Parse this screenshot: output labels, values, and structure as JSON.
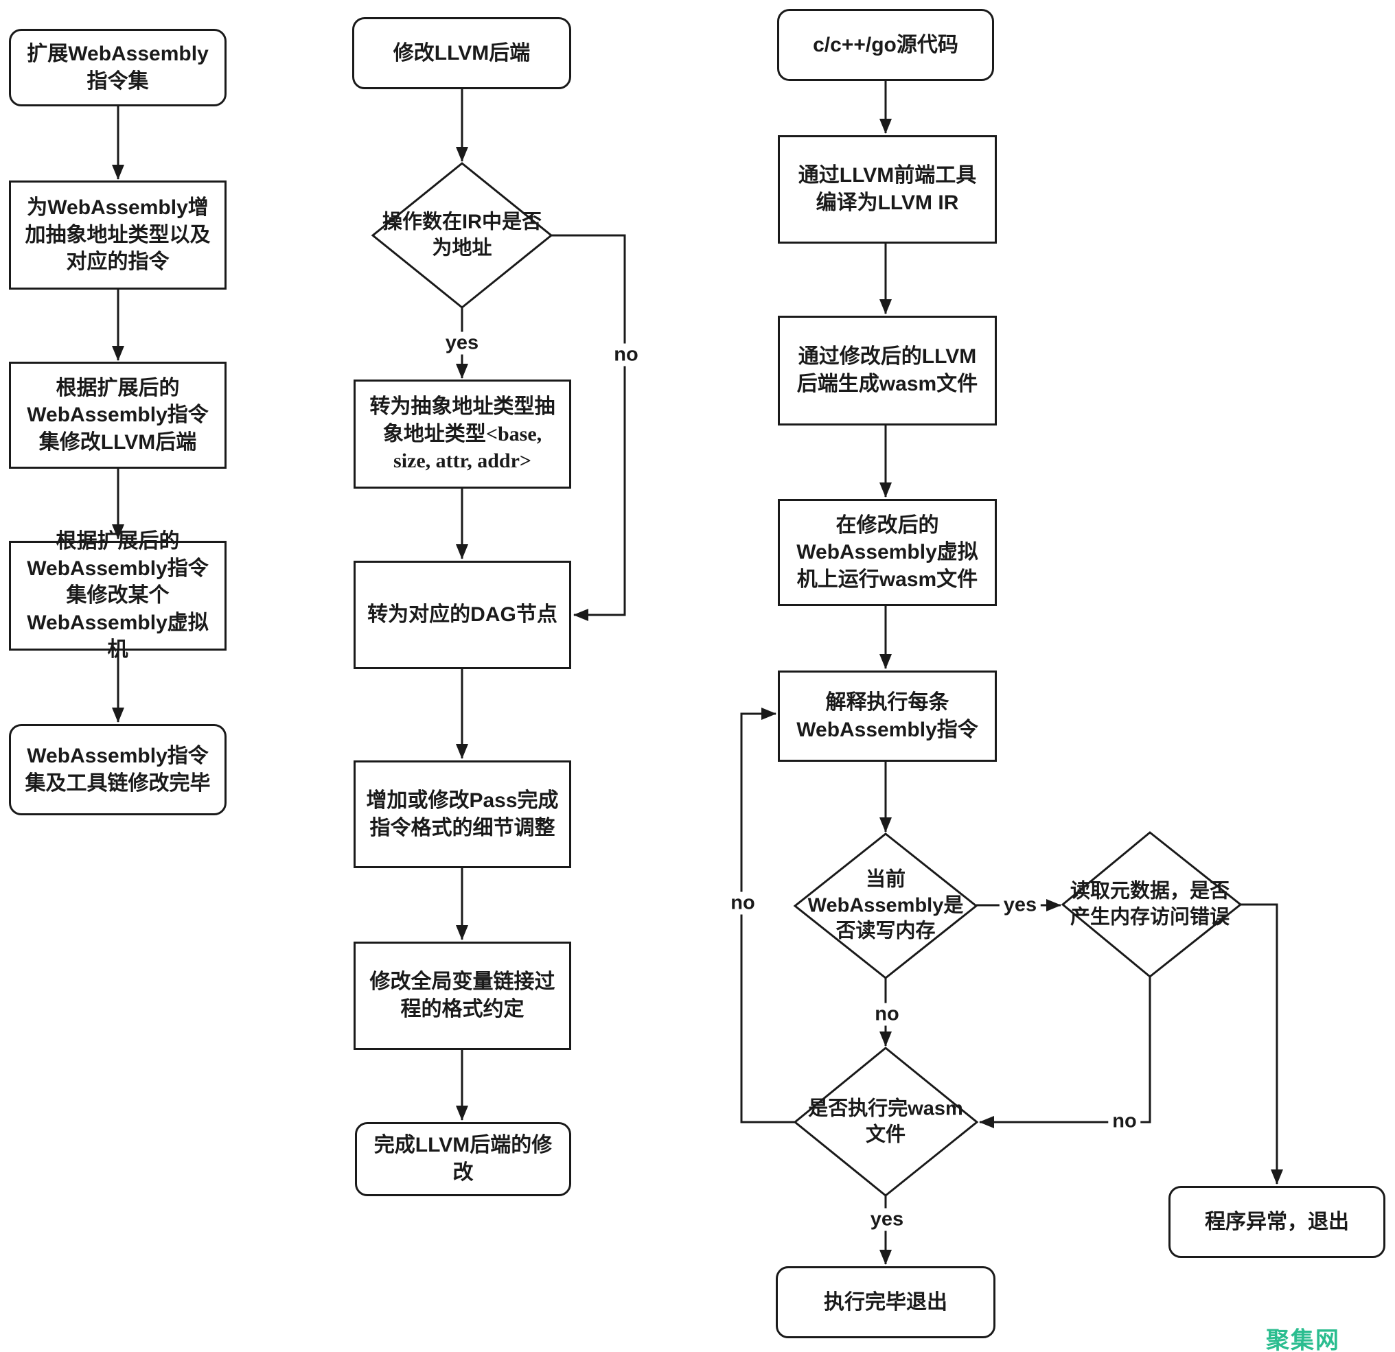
{
  "diagram_type": "flowchart",
  "colors": {
    "stroke": "#1a1a1a",
    "node_fill": "#ffffff",
    "background": "#ffffff",
    "watermark": "#2bbd8f"
  },
  "nodes": {
    "l1": {
      "shape": "rounded",
      "label": "扩展WebAssembly指令集"
    },
    "l2": {
      "shape": "rect",
      "label": "为WebAssembly增加抽象地址类型以及对应的指令"
    },
    "l3": {
      "shape": "rect",
      "label": "根据扩展后的WebAssembly指令集修改LLVM后端"
    },
    "l4": {
      "shape": "rect",
      "label": "根据扩展后的WebAssembly指令集修改某个WebAssembly虚拟机"
    },
    "l5": {
      "shape": "rounded",
      "label": "WebAssembly指令集及工具链修改完毕"
    },
    "m1": {
      "shape": "rounded",
      "label": "修改LLVM后端"
    },
    "d_ir": {
      "shape": "diamond",
      "label": "操作数在IR中是否为地址"
    },
    "m2": {
      "shape": "rect",
      "label_zh": "转为抽象地址类型抽象地址类型",
      "label_code": "<base, size, attr, addr>"
    },
    "m3": {
      "shape": "rect",
      "label": "转为对应的DAG节点"
    },
    "m4": {
      "shape": "rect",
      "label": "增加或修改Pass完成指令格式的细节调整"
    },
    "m5": {
      "shape": "rect",
      "label": "修改全局变量链接过程的格式约定"
    },
    "m6": {
      "shape": "rounded",
      "label": "完成LLVM后端的修改"
    },
    "r1": {
      "shape": "rounded",
      "label": "c/c++/go源代码"
    },
    "r2": {
      "shape": "rect",
      "label": "通过LLVM前端工具编译为LLVM IR"
    },
    "r3": {
      "shape": "rect",
      "label": "通过修改后的LLVM后端生成wasm文件"
    },
    "r4": {
      "shape": "rect",
      "label": "在修改后的WebAssembly虚拟机上运行wasm文件"
    },
    "r5": {
      "shape": "rect",
      "label": "解释执行每条WebAssembly指令"
    },
    "d_mem": {
      "shape": "diamond",
      "label": "当前WebAssembly是否读写内存"
    },
    "d_meta": {
      "shape": "diamond",
      "label": "读取元数据，是否产生内存访问错误"
    },
    "d_done": {
      "shape": "diamond",
      "label": "是否执行完wasm文件"
    },
    "r6": {
      "shape": "rounded",
      "label": "执行完毕退出"
    },
    "r7": {
      "shape": "rounded",
      "label": "程序异常，退出"
    }
  },
  "edge_labels": {
    "m_yes": "yes",
    "m_no": "no",
    "mem_yes": "yes",
    "mem_no": "no",
    "meta_no": "no",
    "done_no": "no",
    "done_yes": "yes"
  },
  "watermark": {
    "text": "聚集网"
  }
}
